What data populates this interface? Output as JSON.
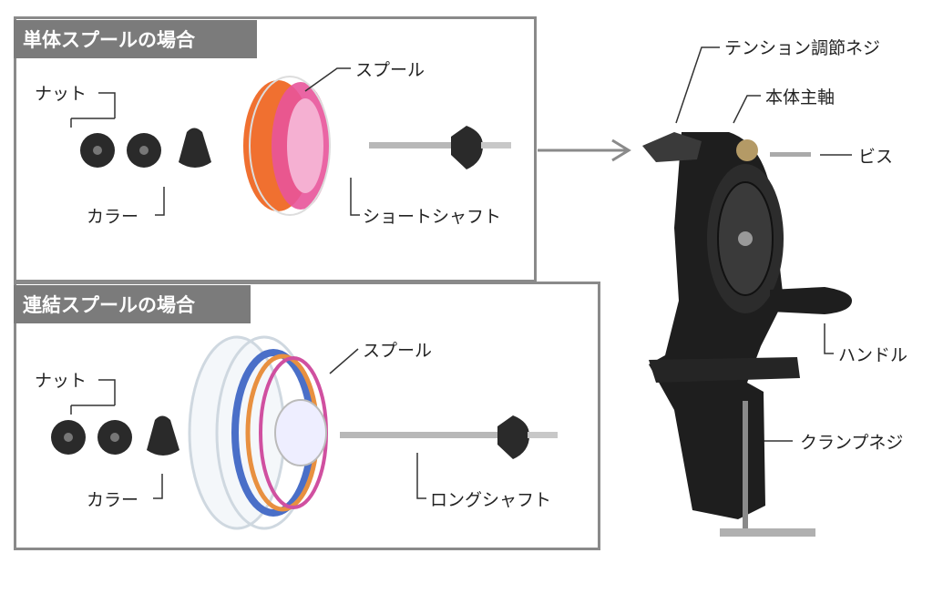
{
  "single": {
    "title": "単体スプールの場合",
    "nut": "ナット",
    "collar": "カラー",
    "spool": "スプール",
    "shaft": "ショートシャフト"
  },
  "linked": {
    "title": "連結スプールの場合",
    "nut": "ナット",
    "collar": "カラー",
    "spool": "スプール",
    "shaft": "ロングシャフト"
  },
  "machine": {
    "tension_screw": "テンション調節ネジ",
    "main_shaft": "本体主軸",
    "screw": "ビス",
    "handle": "ハンドル",
    "clamp_screw": "クランプネジ"
  },
  "colors": {
    "frame": "#8a8a8a",
    "header": "#7b7b7b",
    "body": "#1e1e1e"
  }
}
